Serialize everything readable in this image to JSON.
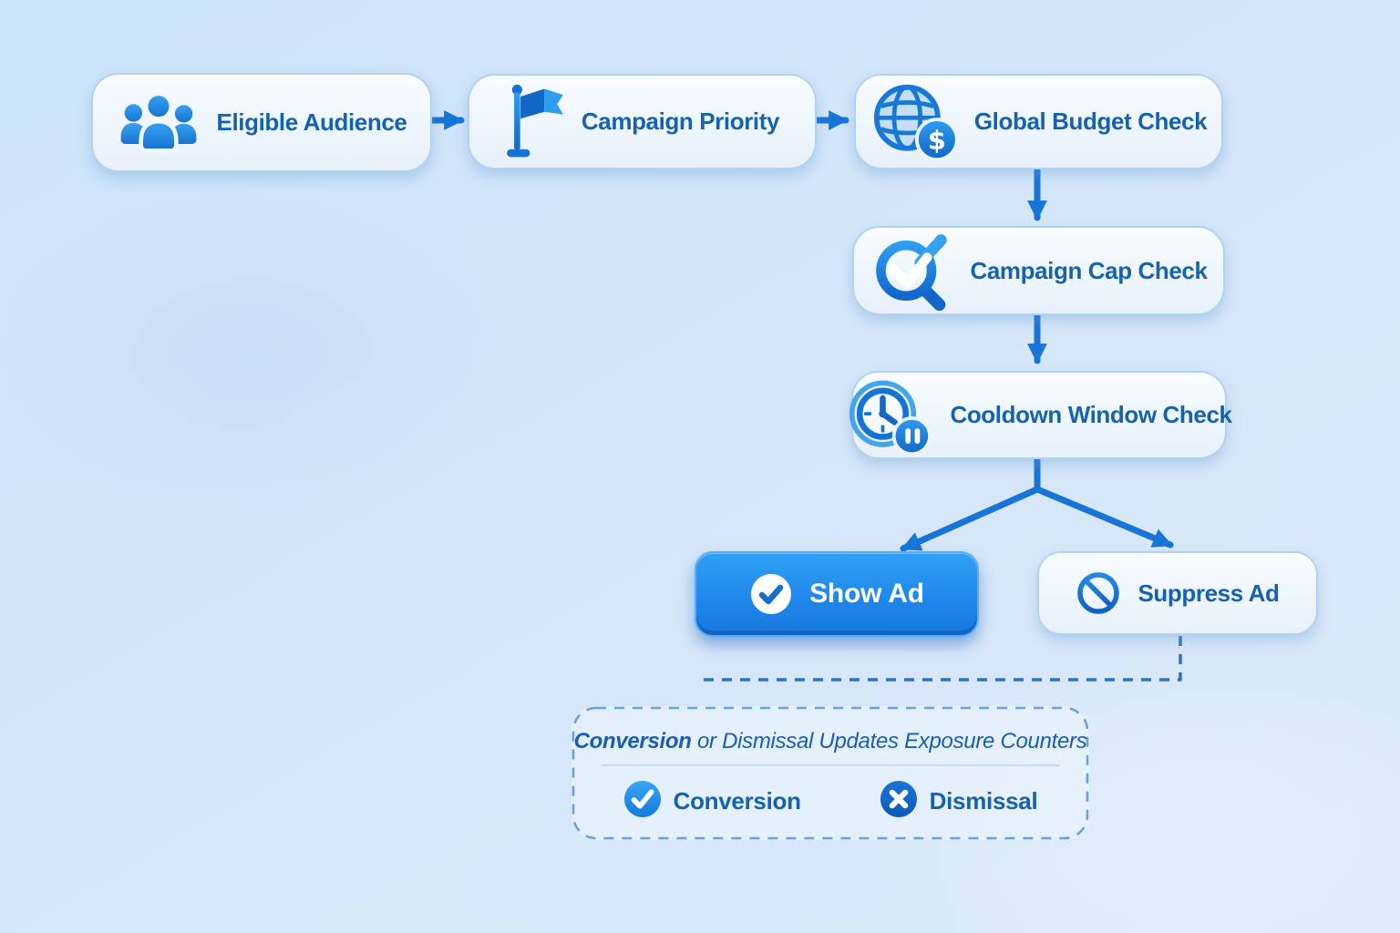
{
  "diagram": {
    "type": "flowchart",
    "topic": "ad-serving-decision-flow",
    "nodes": [
      {
        "id": "eligible-audience",
        "label": "Eligible Audience",
        "icon": "people-group-icon"
      },
      {
        "id": "campaign-priority",
        "label": "Campaign Priority",
        "icon": "flag-icon"
      },
      {
        "id": "global-budget-check",
        "label": "Global Budget Check",
        "icon": "globe-dollar-icon"
      },
      {
        "id": "campaign-cap-check",
        "label": "Campaign Cap Check",
        "icon": "circle-check-search-icon"
      },
      {
        "id": "cooldown-window-check",
        "label": "Cooldown Window Check",
        "icon": "clock-pause-icon"
      },
      {
        "id": "show-ad",
        "label": "Show Ad",
        "icon": "check-circle-icon",
        "variant": "primary"
      },
      {
        "id": "suppress-ad",
        "label": "Suppress Ad",
        "icon": "prohibition-icon"
      }
    ],
    "edges": [
      {
        "from": "eligible-audience",
        "to": "campaign-priority",
        "style": "arrow"
      },
      {
        "from": "campaign-priority",
        "to": "global-budget-check",
        "style": "arrow"
      },
      {
        "from": "global-budget-check",
        "to": "campaign-cap-check",
        "style": "arrow"
      },
      {
        "from": "campaign-cap-check",
        "to": "cooldown-window-check",
        "style": "arrow"
      },
      {
        "from": "cooldown-window-check",
        "to": "show-ad",
        "style": "arrow"
      },
      {
        "from": "cooldown-window-check",
        "to": "suppress-ad",
        "style": "arrow"
      },
      {
        "from": "suppress-ad",
        "to": "note",
        "style": "dashed"
      }
    ],
    "note": {
      "title": {
        "emphasis": "Conversion",
        "rest": " or Dismissal Updates Exposure Counters"
      },
      "items": [
        {
          "label": "Conversion",
          "icon": "check-circle-badge-icon"
        },
        {
          "label": "Dismissal",
          "icon": "x-circle-badge-icon"
        }
      ]
    },
    "colors": {
      "background": "#d4e6f9",
      "node_fill": "#f1f7fd",
      "node_border": "#b2d3f0",
      "node_text": "#1563ae",
      "arrow": "#1774d8",
      "dashed_line": "#2e72c4",
      "show_ad_fill": "#1e86ea",
      "show_ad_text": "#ffffff",
      "icon_blue_light": "#36a2f2",
      "icon_blue_dark": "#1267c8"
    }
  }
}
